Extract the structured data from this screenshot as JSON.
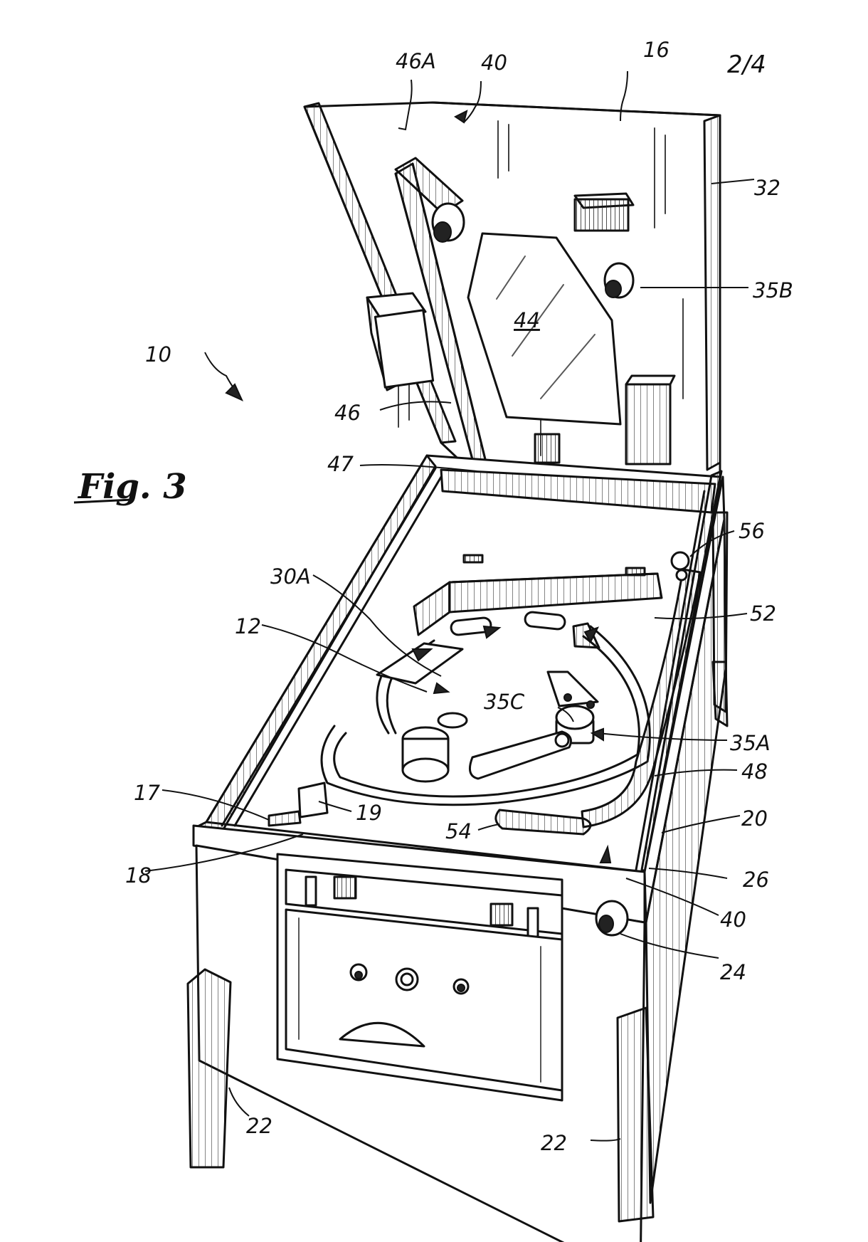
{
  "sheet_number": "2/4",
  "figure_label": "Fig. 3",
  "labels": {
    "r10": "10",
    "r12": "12",
    "r16": "16",
    "r17": "17",
    "r18": "18",
    "r19": "19",
    "r20": "20",
    "r22a": "22",
    "r22b": "22",
    "r24": "24",
    "r26": "26",
    "r30a": "30A",
    "r32": "32",
    "r35a": "35A",
    "r35b": "35B",
    "r35c": "35C",
    "r40a": "40",
    "r40b": "40",
    "r44": "44",
    "r46": "46",
    "r46a": "46A",
    "r47": "47",
    "r48": "48",
    "r52": "52",
    "r54": "54",
    "r56": "56"
  }
}
